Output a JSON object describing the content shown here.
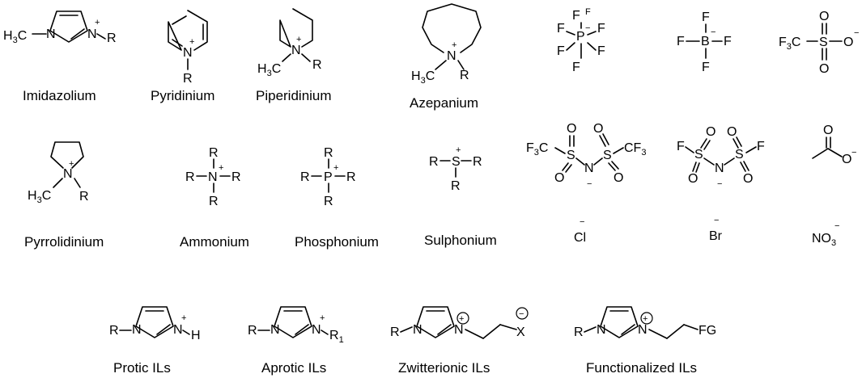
{
  "cations": [
    {
      "id": "imidazolium",
      "label": "Imidazolium"
    },
    {
      "id": "pyridinium",
      "label": "Pyridinium"
    },
    {
      "id": "piperidinium",
      "label": "Piperidinium"
    },
    {
      "id": "azepanium",
      "label": "Azepanium"
    },
    {
      "id": "pyrrolidinium",
      "label": "Pyrrolidinium"
    },
    {
      "id": "ammonium",
      "label": "Ammonium"
    },
    {
      "id": "phosphonium",
      "label": "Phosphonium"
    },
    {
      "id": "sulphonium",
      "label": "Sulphonium"
    }
  ],
  "anions": [
    {
      "id": "pf6"
    },
    {
      "id": "bf4"
    },
    {
      "id": "triflate"
    },
    {
      "id": "tfsi"
    },
    {
      "id": "fsi"
    },
    {
      "id": "acetate"
    },
    {
      "id": "chloride"
    },
    {
      "id": "bromide"
    },
    {
      "id": "nitrate"
    }
  ],
  "il_types": [
    {
      "id": "protic",
      "label": "Protic ILs"
    },
    {
      "id": "aprotic",
      "label": "Aprotic ILs"
    },
    {
      "id": "zwitterionic",
      "label": "Zwitterionic ILs"
    },
    {
      "id": "functionalized",
      "label": "Functionalized ILs"
    }
  ]
}
